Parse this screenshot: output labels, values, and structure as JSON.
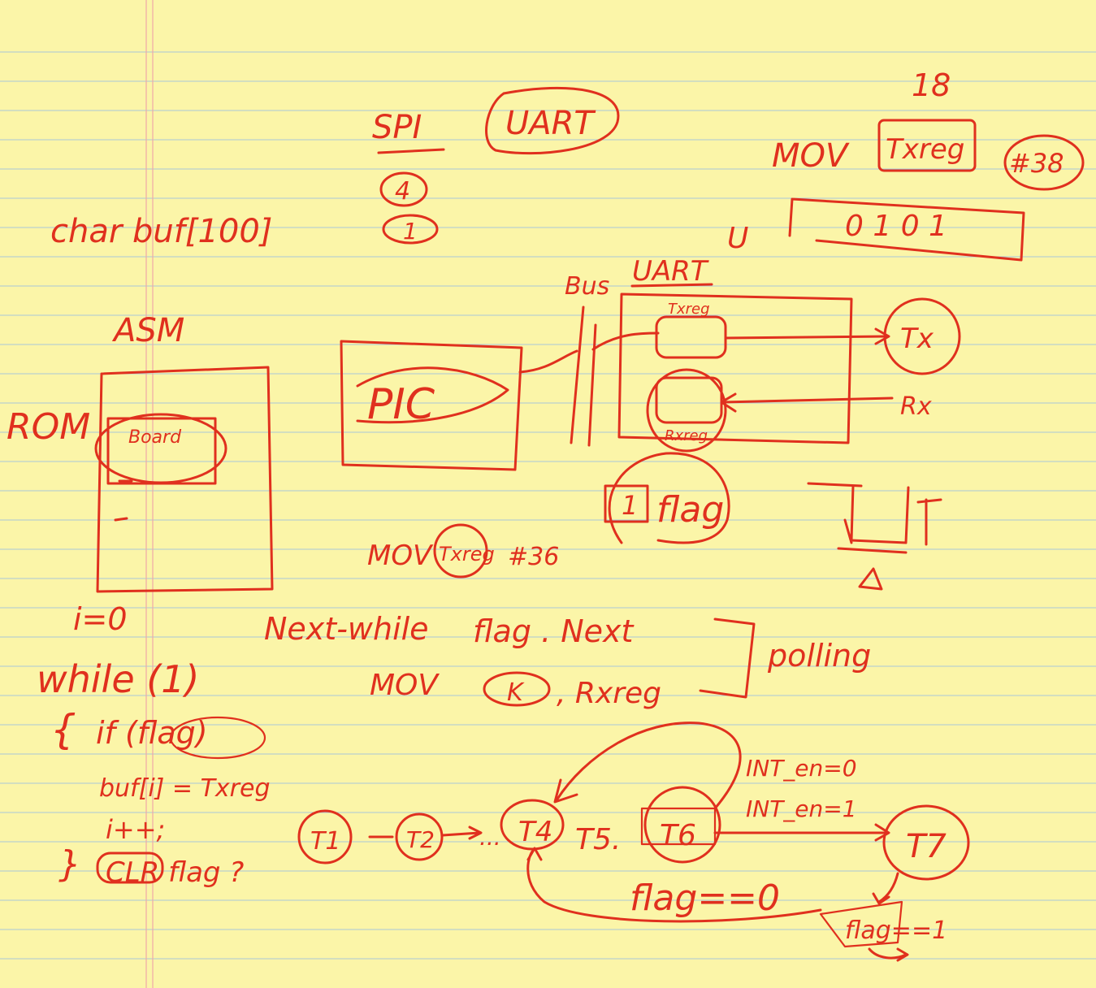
{
  "colors": {
    "paper": "#fbf5a8",
    "ink": "#e0301e",
    "rule": "#a9c7d9",
    "margin": "#f0a8a8"
  },
  "labels": {
    "spi": "SPI",
    "uart_top": "UART",
    "circled_4": "4",
    "circled_1": "1",
    "num_18": "18",
    "mov_top": "MOV",
    "txreg_top": "Txreg",
    "hash_top": "#38",
    "bits": "0 1 0 1",
    "u_mark": "U",
    "char_buf": "char buf[100]",
    "bus": "Bus",
    "uart_box": "UART",
    "asm": "ASM",
    "rom": "ROM",
    "board": "Board",
    "pic": "PIC",
    "txreg_small": "Txreg",
    "tx": "Tx",
    "rx": "Rx",
    "rxreg_small": "Rxreg",
    "flag_bit": "1",
    "flag": "flag",
    "mov_mid": "MOV",
    "txreg_mid": "Txreg",
    "hash_mid": "#36",
    "i_eq": "i=0",
    "next_while": "Next-while",
    "flag_next": "flag . Next",
    "mov_k": "MOV",
    "k": "K",
    "rxreg": ", Rxreg",
    "polling": "polling",
    "while1": "while (1)",
    "brace_open": "{",
    "if_flag": "if (flag)",
    "buf_assign": "buf[i] = Txreg",
    "i_inc": "i++;",
    "brace_close": "}",
    "clr_flag": "CLR flag ?",
    "int_en0": "INT_en=0",
    "int_en1": "INT_en=1",
    "t1": "T1",
    "t2": "T2",
    "dots": "...",
    "t4": "T4",
    "t5": "T5.",
    "t6": "T6",
    "t7": "T7",
    "flag_eq0": "flag==0",
    "flag_eq1": "flag==1"
  }
}
